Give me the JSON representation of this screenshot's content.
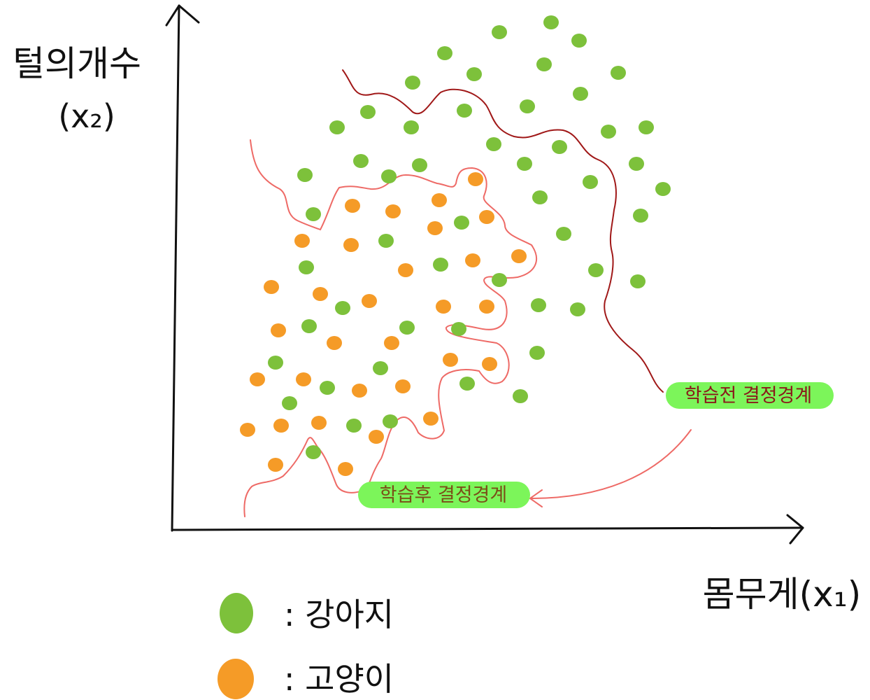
{
  "axes": {
    "y_label_line1": "털의개수",
    "y_label_line2": "(x₂)",
    "x_label": "몸무게(x₁)"
  },
  "annotations": {
    "before_label": "학습전 결정경계",
    "after_label": "학습후 결정경계"
  },
  "legend": [
    {
      "key": "dog",
      "color": "#7dc13b",
      "label": ": 강아지"
    },
    {
      "key": "cat",
      "color": "#f59b27",
      "label": ": 고양이"
    }
  ],
  "colors": {
    "axis": "#111111",
    "dog": "#7dc13b",
    "cat": "#f59b27",
    "boundary_before": "#a01818",
    "boundary_after": "#ee6a66",
    "label_highlight": "#7cf55a",
    "arrow": "#ee6a66",
    "label_text": "#8a1a1a"
  },
  "points": {
    "dog": [
      [
        788,
        32
      ],
      [
        714,
        46
      ],
      [
        828,
        58
      ],
      [
        636,
        76
      ],
      [
        778,
        92
      ],
      [
        678,
        106
      ],
      [
        884,
        104
      ],
      [
        590,
        118
      ],
      [
        830,
        134
      ],
      [
        664,
        158
      ],
      [
        754,
        152
      ],
      [
        526,
        160
      ],
      [
        482,
        182
      ],
      [
        588,
        182
      ],
      [
        870,
        188
      ],
      [
        924,
        182
      ],
      [
        706,
        206
      ],
      [
        800,
        210
      ],
      [
        516,
        230
      ],
      [
        600,
        236
      ],
      [
        750,
        234
      ],
      [
        910,
        234
      ],
      [
        436,
        250
      ],
      [
        556,
        252
      ],
      [
        844,
        260
      ],
      [
        948,
        270
      ],
      [
        772,
        282
      ],
      [
        448,
        306
      ],
      [
        660,
        318
      ],
      [
        916,
        308
      ],
      [
        806,
        334
      ],
      [
        552,
        344
      ],
      [
        438,
        382
      ],
      [
        630,
        378
      ],
      [
        852,
        386
      ],
      [
        714,
        400
      ],
      [
        912,
        402
      ],
      [
        490,
        440
      ],
      [
        770,
        436
      ],
      [
        826,
        442
      ],
      [
        442,
        466
      ],
      [
        582,
        468
      ],
      [
        656,
        470
      ],
      [
        768,
        504
      ],
      [
        394,
        518
      ],
      [
        544,
        526
      ],
      [
        468,
        554
      ],
      [
        668,
        548
      ],
      [
        744,
        566
      ],
      [
        414,
        576
      ],
      [
        558,
        602
      ],
      [
        506,
        608
      ],
      [
        448,
        646
      ]
    ],
    "cat": [
      [
        680,
        256
      ],
      [
        628,
        286
      ],
      [
        504,
        294
      ],
      [
        562,
        302
      ],
      [
        696,
        310
      ],
      [
        622,
        326
      ],
      [
        432,
        344
      ],
      [
        502,
        350
      ],
      [
        742,
        366
      ],
      [
        676,
        372
      ],
      [
        580,
        386
      ],
      [
        388,
        410
      ],
      [
        458,
        420
      ],
      [
        528,
        430
      ],
      [
        634,
        438
      ],
      [
        696,
        438
      ],
      [
        398,
        472
      ],
      [
        478,
        490
      ],
      [
        560,
        490
      ],
      [
        644,
        514
      ],
      [
        700,
        520
      ],
      [
        368,
        542
      ],
      [
        434,
        542
      ],
      [
        514,
        558
      ],
      [
        576,
        552
      ],
      [
        616,
        598
      ],
      [
        354,
        614
      ],
      [
        402,
        608
      ],
      [
        456,
        604
      ],
      [
        538,
        624
      ],
      [
        394,
        664
      ],
      [
        494,
        670
      ]
    ]
  }
}
